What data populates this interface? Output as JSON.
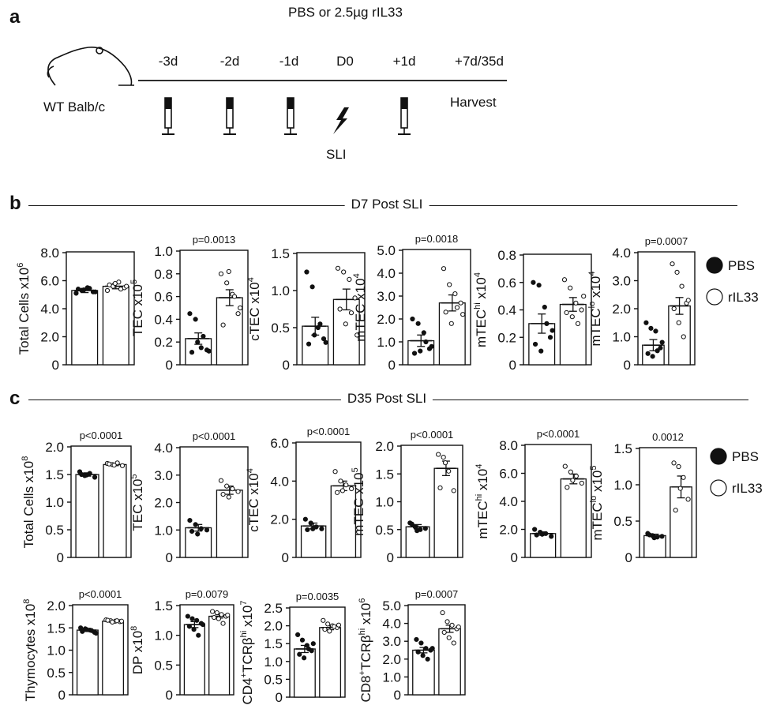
{
  "panel_a": {
    "letter": "a",
    "title": "PBS or 2.5µg rIL33",
    "mouse_label": "WT Balb/c",
    "timepoints": [
      "-3d",
      "-2d",
      "-1d",
      "D0",
      "+1d",
      "+7d/35d"
    ],
    "event_label": "SLI",
    "harvest_label": "Harvest"
  },
  "panel_b": {
    "letter": "b",
    "title": "D7 Post SLI"
  },
  "panel_c": {
    "letter": "c",
    "title": "D35 Post SLI"
  },
  "legend": {
    "pbs": "PBS",
    "ril33": "rIL33"
  },
  "colors": {
    "pbs": "#111111",
    "ril33": "#ffffff",
    "stroke": "#111111"
  },
  "chart_data": [
    {
      "type": "bar",
      "group": "D7",
      "pvalue": "",
      "ylabel": "Total Cells x10",
      "ylabel_sup": "6",
      "ylabel_pre": "",
      "ylabel_mid": "",
      "ylim": [
        0,
        8
      ],
      "ticks": [
        "0",
        "2.0",
        "4.0",
        "6.0",
        "8.0"
      ],
      "categories": [
        "PBS",
        "rIL33"
      ],
      "means": [
        5.3,
        5.6
      ],
      "errors": [
        0.15,
        0.18
      ],
      "points": [
        [
          5.1,
          5.3,
          5.5,
          5.2,
          5.4,
          5.35,
          5.45,
          5.2
        ],
        [
          5.3,
          5.6,
          5.9,
          5.5,
          5.7,
          5.8,
          5.4,
          5.6
        ]
      ]
    },
    {
      "type": "bar",
      "group": "D7",
      "pvalue": "p=0.0013",
      "ylabel": "TEC x10",
      "ylabel_sup": "5",
      "ylabel_pre": "",
      "ylabel_mid": "",
      "ylim": [
        0,
        1.0
      ],
      "ticks": [
        "0",
        "0.2",
        "0.4",
        "0.6",
        "0.8",
        "1.0"
      ],
      "categories": [
        "PBS",
        "rIL33"
      ],
      "means": [
        0.23,
        0.59
      ],
      "errors": [
        0.05,
        0.07
      ],
      "points": [
        [
          0.45,
          0.4,
          0.15,
          0.13,
          0.11,
          0.2,
          0.25,
          0.12
        ],
        [
          0.8,
          0.72,
          0.62,
          0.45,
          0.35,
          0.82,
          0.6,
          0.5
        ]
      ]
    },
    {
      "type": "bar",
      "group": "D7",
      "pvalue": "",
      "ylabel": "cTEC x10",
      "ylabel_sup": "4",
      "ylabel_pre": "",
      "ylabel_mid": "",
      "ylim": [
        0,
        1.5
      ],
      "ticks": [
        "0",
        "0.5",
        "1.0",
        "1.5"
      ],
      "categories": [
        "PBS",
        "rIL33"
      ],
      "means": [
        0.52,
        0.88
      ],
      "errors": [
        0.12,
        0.14
      ],
      "points": [
        [
          1.25,
          1.05,
          0.5,
          0.35,
          0.28,
          0.4,
          0.55,
          0.3
        ],
        [
          1.3,
          1.25,
          1.15,
          0.9,
          0.75,
          0.55,
          0.7,
          0.4
        ]
      ]
    },
    {
      "type": "bar",
      "group": "D7",
      "pvalue": "p=0.0018",
      "ylabel": "mTEC x10",
      "ylabel_sup": "4",
      "ylabel_pre": "",
      "ylabel_mid": "",
      "ylim": [
        0,
        5.0
      ],
      "ticks": [
        "0",
        "1.0",
        "2.0",
        "3.0",
        "4.0",
        "5.0"
      ],
      "categories": [
        "PBS",
        "rIL33"
      ],
      "means": [
        1.05,
        2.7
      ],
      "errors": [
        0.25,
        0.35
      ],
      "points": [
        [
          2.0,
          1.8,
          1.4,
          0.7,
          0.5,
          0.6,
          1.0,
          0.8
        ],
        [
          4.2,
          3.5,
          3.1,
          2.7,
          2.3,
          1.8,
          2.5,
          2.2
        ]
      ]
    },
    {
      "type": "bar",
      "group": "D7",
      "pvalue": "",
      "ylabel": "mTEC",
      "ylabel_sup": "hi",
      "ylabel_pre": "",
      "ylabel_mid": " x10",
      "ylabel_sup2": "4",
      "ylim": [
        0,
        0.8
      ],
      "ticks": [
        "0",
        "0.2",
        "0.4",
        "0.6",
        "0.8"
      ],
      "categories": [
        "PBS",
        "rIL33"
      ],
      "means": [
        0.3,
        0.44
      ],
      "errors": [
        0.07,
        0.05
      ],
      "points": [
        [
          0.6,
          0.58,
          0.42,
          0.2,
          0.15,
          0.1,
          0.3,
          0.25
        ],
        [
          0.62,
          0.56,
          0.45,
          0.4,
          0.38,
          0.35,
          0.3,
          0.5
        ]
      ]
    },
    {
      "type": "bar",
      "group": "D7",
      "pvalue": "p=0.0007",
      "ylabel": "mTEC",
      "ylabel_sup": "lo",
      "ylabel_pre": "",
      "ylabel_mid": " x10",
      "ylabel_sup2": "4",
      "ylim": [
        0,
        4.0
      ],
      "ticks": [
        "0",
        "1.0",
        "2.0",
        "3.0",
        "4.0"
      ],
      "categories": [
        "PBS",
        "rIL33"
      ],
      "means": [
        0.7,
        2.1
      ],
      "errors": [
        0.2,
        0.3
      ],
      "points": [
        [
          1.5,
          1.3,
          1.2,
          0.6,
          0.4,
          0.3,
          0.5,
          0.8
        ],
        [
          3.6,
          3.3,
          2.8,
          2.2,
          2.0,
          1.5,
          1.0,
          2.3
        ]
      ]
    },
    {
      "type": "bar",
      "group": "D35",
      "pvalue": "p<0.0001",
      "ylabel": "Total Cells x10",
      "ylabel_sup": "8",
      "ylabel_pre": "",
      "ylabel_mid": "",
      "ylim": [
        0,
        2.0
      ],
      "ticks": [
        "0",
        "0.5",
        "1.0",
        "1.5",
        "2.0"
      ],
      "categories": [
        "PBS",
        "rIL33"
      ],
      "means": [
        1.5,
        1.68
      ],
      "errors": [
        0.03,
        0.02
      ],
      "points": [
        [
          1.55,
          1.48,
          1.52,
          1.45,
          1.5,
          1.49
        ],
        [
          1.7,
          1.68,
          1.71,
          1.66,
          1.69,
          1.67
        ]
      ]
    },
    {
      "type": "bar",
      "group": "D35",
      "pvalue": "p<0.0001",
      "ylabel": "TEC x10",
      "ylabel_sup": "5",
      "ylabel_pre": "",
      "ylabel_mid": "",
      "ylim": [
        0,
        4.0
      ],
      "ticks": [
        "0",
        "1.0",
        "2.0",
        "3.0",
        "4.0"
      ],
      "categories": [
        "PBS",
        "rIL33"
      ],
      "means": [
        1.08,
        2.45
      ],
      "errors": [
        0.12,
        0.15
      ],
      "points": [
        [
          1.35,
          1.2,
          1.05,
          1.0,
          0.95,
          0.85
        ],
        [
          2.8,
          2.6,
          2.5,
          2.4,
          2.3,
          2.2
        ]
      ]
    },
    {
      "type": "bar",
      "group": "D35",
      "pvalue": "p<0.0001",
      "ylabel": "cTEC x10",
      "ylabel_sup": "4",
      "ylabel_pre": "",
      "ylabel_mid": "",
      "ylim": [
        0,
        6.0
      ],
      "ticks": [
        "0",
        "2.0",
        "4.0",
        "6.0"
      ],
      "categories": [
        "PBS",
        "rIL33"
      ],
      "means": [
        1.65,
        3.75
      ],
      "errors": [
        0.15,
        0.25
      ],
      "points": [
        [
          2.0,
          1.8,
          1.6,
          1.5,
          1.45,
          1.5
        ],
        [
          4.5,
          4.0,
          3.8,
          3.6,
          3.4,
          3.5
        ]
      ]
    },
    {
      "type": "bar",
      "group": "D35",
      "pvalue": "p<0.0001",
      "ylabel": "mTEC x10",
      "ylabel_sup": "5",
      "ylabel_pre": "",
      "ylabel_mid": "",
      "ylim": [
        0,
        2.0
      ],
      "ticks": [
        "0",
        "0.5",
        "1.0",
        "1.5",
        "2.0"
      ],
      "categories": [
        "PBS",
        "rIL33"
      ],
      "means": [
        0.55,
        1.6
      ],
      "errors": [
        0.04,
        0.13
      ],
      "points": [
        [
          0.62,
          0.55,
          0.5,
          0.52,
          0.6,
          0.48
        ],
        [
          1.85,
          1.8,
          1.55,
          1.2,
          1.25,
          1.7
        ]
      ]
    },
    {
      "type": "bar",
      "group": "D35",
      "pvalue": "p<0.0001",
      "ylabel": "mTEC",
      "ylabel_sup": "hi",
      "ylabel_pre": "",
      "ylabel_mid": " x10",
      "ylabel_sup2": "4",
      "ylim": [
        0,
        8.0
      ],
      "ticks": [
        "0",
        "2.0",
        "4.0",
        "6.0",
        "8.0"
      ],
      "categories": [
        "PBS",
        "rIL33"
      ],
      "means": [
        1.7,
        5.6
      ],
      "errors": [
        0.12,
        0.35
      ],
      "points": [
        [
          2.0,
          1.8,
          1.7,
          1.5,
          1.6,
          1.65
        ],
        [
          6.5,
          6.1,
          5.8,
          5.3,
          5.0,
          5.5
        ]
      ]
    },
    {
      "type": "bar",
      "group": "D35",
      "pvalue": "0.0012",
      "ylabel": "mTEC",
      "ylabel_sup": "lo",
      "ylabel_pre": "",
      "ylabel_mid": " x10",
      "ylabel_sup2": "5",
      "ylim": [
        0,
        1.5
      ],
      "ticks": [
        "0",
        "0.5",
        "1.0",
        "1.5"
      ],
      "categories": [
        "PBS",
        "rIL33"
      ],
      "means": [
        0.3,
        0.97
      ],
      "errors": [
        0.02,
        0.15
      ],
      "points": [
        [
          0.33,
          0.3,
          0.28,
          0.29,
          0.31,
          0.27
        ],
        [
          1.3,
          1.25,
          1.1,
          0.8,
          0.65,
          0.95
        ]
      ]
    },
    {
      "type": "bar",
      "group": "D35b",
      "pvalue": "p<0.0001",
      "ylabel": "Thymocytes x10",
      "ylabel_sup": "8",
      "ylabel_pre": "",
      "ylabel_mid": "",
      "ylim": [
        0,
        2.0
      ],
      "ticks": [
        "0",
        "0.5",
        "1.0",
        "1.5",
        "2.0"
      ],
      "categories": [
        "PBS",
        "rIL33"
      ],
      "means": [
        1.45,
        1.65
      ],
      "errors": [
        0.03,
        0.02
      ],
      "points": [
        [
          1.5,
          1.48,
          1.45,
          1.4,
          1.42,
          1.46,
          1.44,
          1.38
        ],
        [
          1.68,
          1.66,
          1.65,
          1.64,
          1.67,
          1.63,
          1.66,
          1.65
        ]
      ]
    },
    {
      "type": "bar",
      "group": "D35b",
      "pvalue": "p=0.0079",
      "ylabel": "DP x10",
      "ylabel_sup": "8",
      "ylabel_pre": "",
      "ylabel_mid": "",
      "ylim": [
        0,
        1.5
      ],
      "ticks": [
        "0",
        "0.5",
        "1.0",
        "1.5"
      ],
      "categories": [
        "PBS",
        "rIL33"
      ],
      "means": [
        1.18,
        1.32
      ],
      "errors": [
        0.05,
        0.03
      ],
      "points": [
        [
          1.32,
          1.28,
          1.25,
          1.2,
          1.15,
          1.1,
          1.0,
          1.18
        ],
        [
          1.4,
          1.38,
          1.35,
          1.32,
          1.3,
          1.28,
          1.2,
          1.34
        ]
      ]
    },
    {
      "type": "bar",
      "group": "D35b",
      "pvalue": "p=0.0035",
      "ylabel": "CD4",
      "ylabel_sup": "+",
      "ylabel_pre": "",
      "ylabel_mid": "TCRβ",
      "ylabel_sup2": "hi",
      "ylabel_tail": " x10",
      "ylabel_sup3": "7",
      "ylim": [
        0,
        2.5
      ],
      "ticks": [
        "0",
        "0.5",
        "1.0",
        "1.5",
        "2.0",
        "2.5"
      ],
      "categories": [
        "PBS",
        "rIL33"
      ],
      "means": [
        1.35,
        1.95
      ],
      "errors": [
        0.1,
        0.06
      ],
      "points": [
        [
          1.75,
          1.6,
          1.45,
          1.3,
          1.2,
          1.1,
          1.35,
          1.5
        ],
        [
          2.15,
          2.05,
          2.0,
          1.95,
          1.9,
          1.85,
          1.98,
          2.02
        ]
      ]
    },
    {
      "type": "bar",
      "group": "D35b",
      "pvalue": "p=0.0007",
      "ylabel": "CD8",
      "ylabel_sup": "+",
      "ylabel_pre": "",
      "ylabel_mid": "TCRβ",
      "ylabel_sup2": "hi",
      "ylabel_tail": " x10",
      "ylabel_sup3": "6",
      "ylim": [
        0,
        5.0
      ],
      "ticks": [
        "0",
        "1.0",
        "2.0",
        "3.0",
        "4.0",
        "5.0"
      ],
      "categories": [
        "PBS",
        "rIL33"
      ],
      "means": [
        2.5,
        3.7
      ],
      "errors": [
        0.15,
        0.2
      ],
      "points": [
        [
          3.1,
          2.9,
          2.6,
          2.5,
          2.4,
          2.2,
          2.0,
          2.6
        ],
        [
          4.6,
          4.1,
          3.9,
          3.7,
          3.5,
          3.2,
          2.9,
          3.8
        ]
      ]
    }
  ]
}
